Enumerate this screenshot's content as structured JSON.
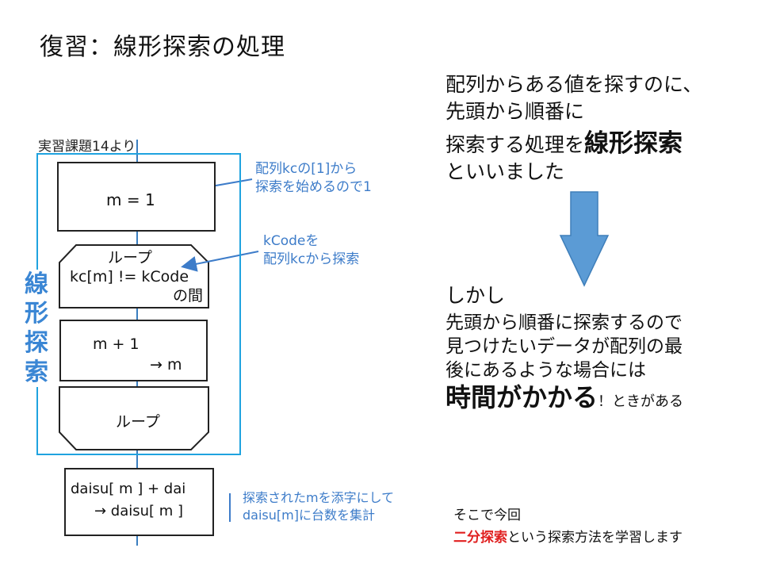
{
  "slide_title": "復習：線形探索の処理",
  "flowchart": {
    "source_label": "実習課題14より",
    "section_label": [
      "線",
      "形",
      "探",
      "索"
    ],
    "init_box": "m = 1",
    "loop_start": [
      "ループ",
      "kc[m] != kCode",
      "の間"
    ],
    "increment": [
      "m + 1",
      "→ m"
    ],
    "loop_end": "ループ",
    "accumulate": [
      "daisu[ m ] + dai",
      "→ daisu[ m ]"
    ]
  },
  "annotations": {
    "init_note": [
      "配列kcの[1]から",
      "探索を始めるので1"
    ],
    "loop_note": [
      "kCodeを",
      "配列kcから探索"
    ],
    "accumulate_note": [
      "探索されたmを添字にして",
      "daisu[m]に台数を集計"
    ]
  },
  "explanation": {
    "line1": "配列からある値を探すのに、",
    "line2": "先頭から順番に",
    "line3_prefix": "探索する処理を",
    "line3_emph": "線形探索",
    "line4": "といいました"
  },
  "problem": {
    "line1": "しかし",
    "line2": "先頭から順番に探索するので",
    "line3": "見つけたいデータが配列の最",
    "line4": "後にあるような場合には",
    "emph": "時間がかかる",
    "suffix": "！ときがある"
  },
  "next_topic": {
    "line1": "そこで今回",
    "emph": "二分探索",
    "suffix": "という探索方法を学習します"
  },
  "colors": {
    "frame": "#1fa3df",
    "section_label": "#3a86d4",
    "annotation": "#3d7cc9",
    "arrow_fill": "#5b9bd5",
    "highlight_red": "#e02020"
  }
}
